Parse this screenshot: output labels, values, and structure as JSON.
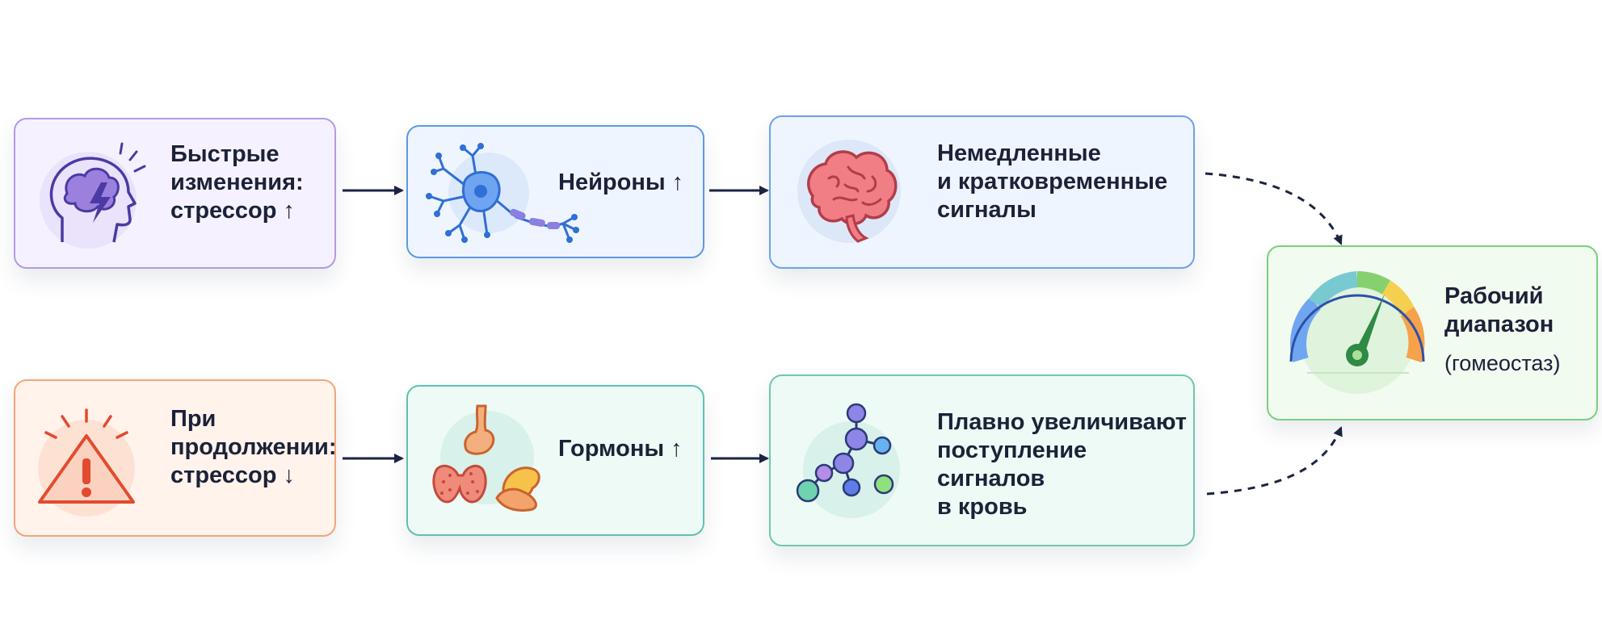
{
  "nodes": {
    "fast": {
      "label": "Быстрые\nизменения:\nстрессор ↑",
      "icon": "brain-lightning-head-icon"
    },
    "neurons": {
      "label": "Нейроны ↑",
      "icon": "neuron-icon"
    },
    "immediate": {
      "label": "Немедленные\nи кратковременные\nсигналы",
      "icon": "brain-icon"
    },
    "prolonged": {
      "label": "При\nпродолжении:\nстрессор ↓",
      "icon": "warning-triangle-icon"
    },
    "hormones": {
      "label": "Гормоны ↑",
      "icon": "glands-icon"
    },
    "gradual": {
      "label": "Плавно увеличивают\nпоступление сигналов\nв кровь",
      "icon": "molecule-icon"
    },
    "range": {
      "label": "Рабочий\nдиапазон",
      "sub": "(гомеостаз)",
      "icon": "gauge-icon"
    }
  },
  "colors": {
    "purple": "#a98fe0",
    "blue": "#5d98e3",
    "red_orange": "#f0a070",
    "teal": "#5cc2b0",
    "green": "#7ccf7c",
    "arrow": "#1c2440"
  }
}
